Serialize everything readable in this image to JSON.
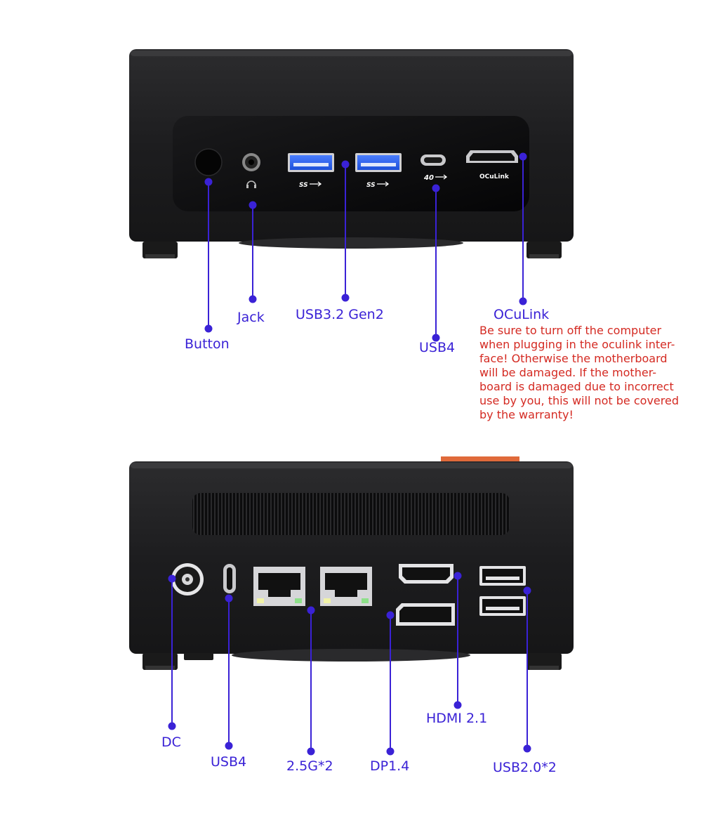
{
  "front_labels": {
    "button": "Button",
    "jack": "Jack",
    "usb32": "USB3.2 Gen2",
    "usb4": "USB4",
    "oculink": "OCuLink"
  },
  "port_markings": {
    "usb_ss": "SS",
    "usb4_speed": "40",
    "oculink_port": "OCuLink"
  },
  "warning_lines": [
    "Be sure to turn off the computer",
    "when plugging in the oculink inter-",
    "face! Otherwise the motherboard",
    "will be damaged. If the mother-",
    "board is damaged due to incorrect",
    "use by you, this will not be covered",
    "by the warranty!"
  ],
  "rear_labels": {
    "dc": "DC",
    "usb4": "USB4",
    "lan": "2.5G*2",
    "dp": "DP1.4",
    "hdmi": "HDMI 2.1",
    "usb20": "USB2.0*2"
  },
  "colors": {
    "callout": "#3a22d6",
    "warning": "#d42a22",
    "chassis": "#1c1c1e",
    "accent": "#e06a3a"
  }
}
